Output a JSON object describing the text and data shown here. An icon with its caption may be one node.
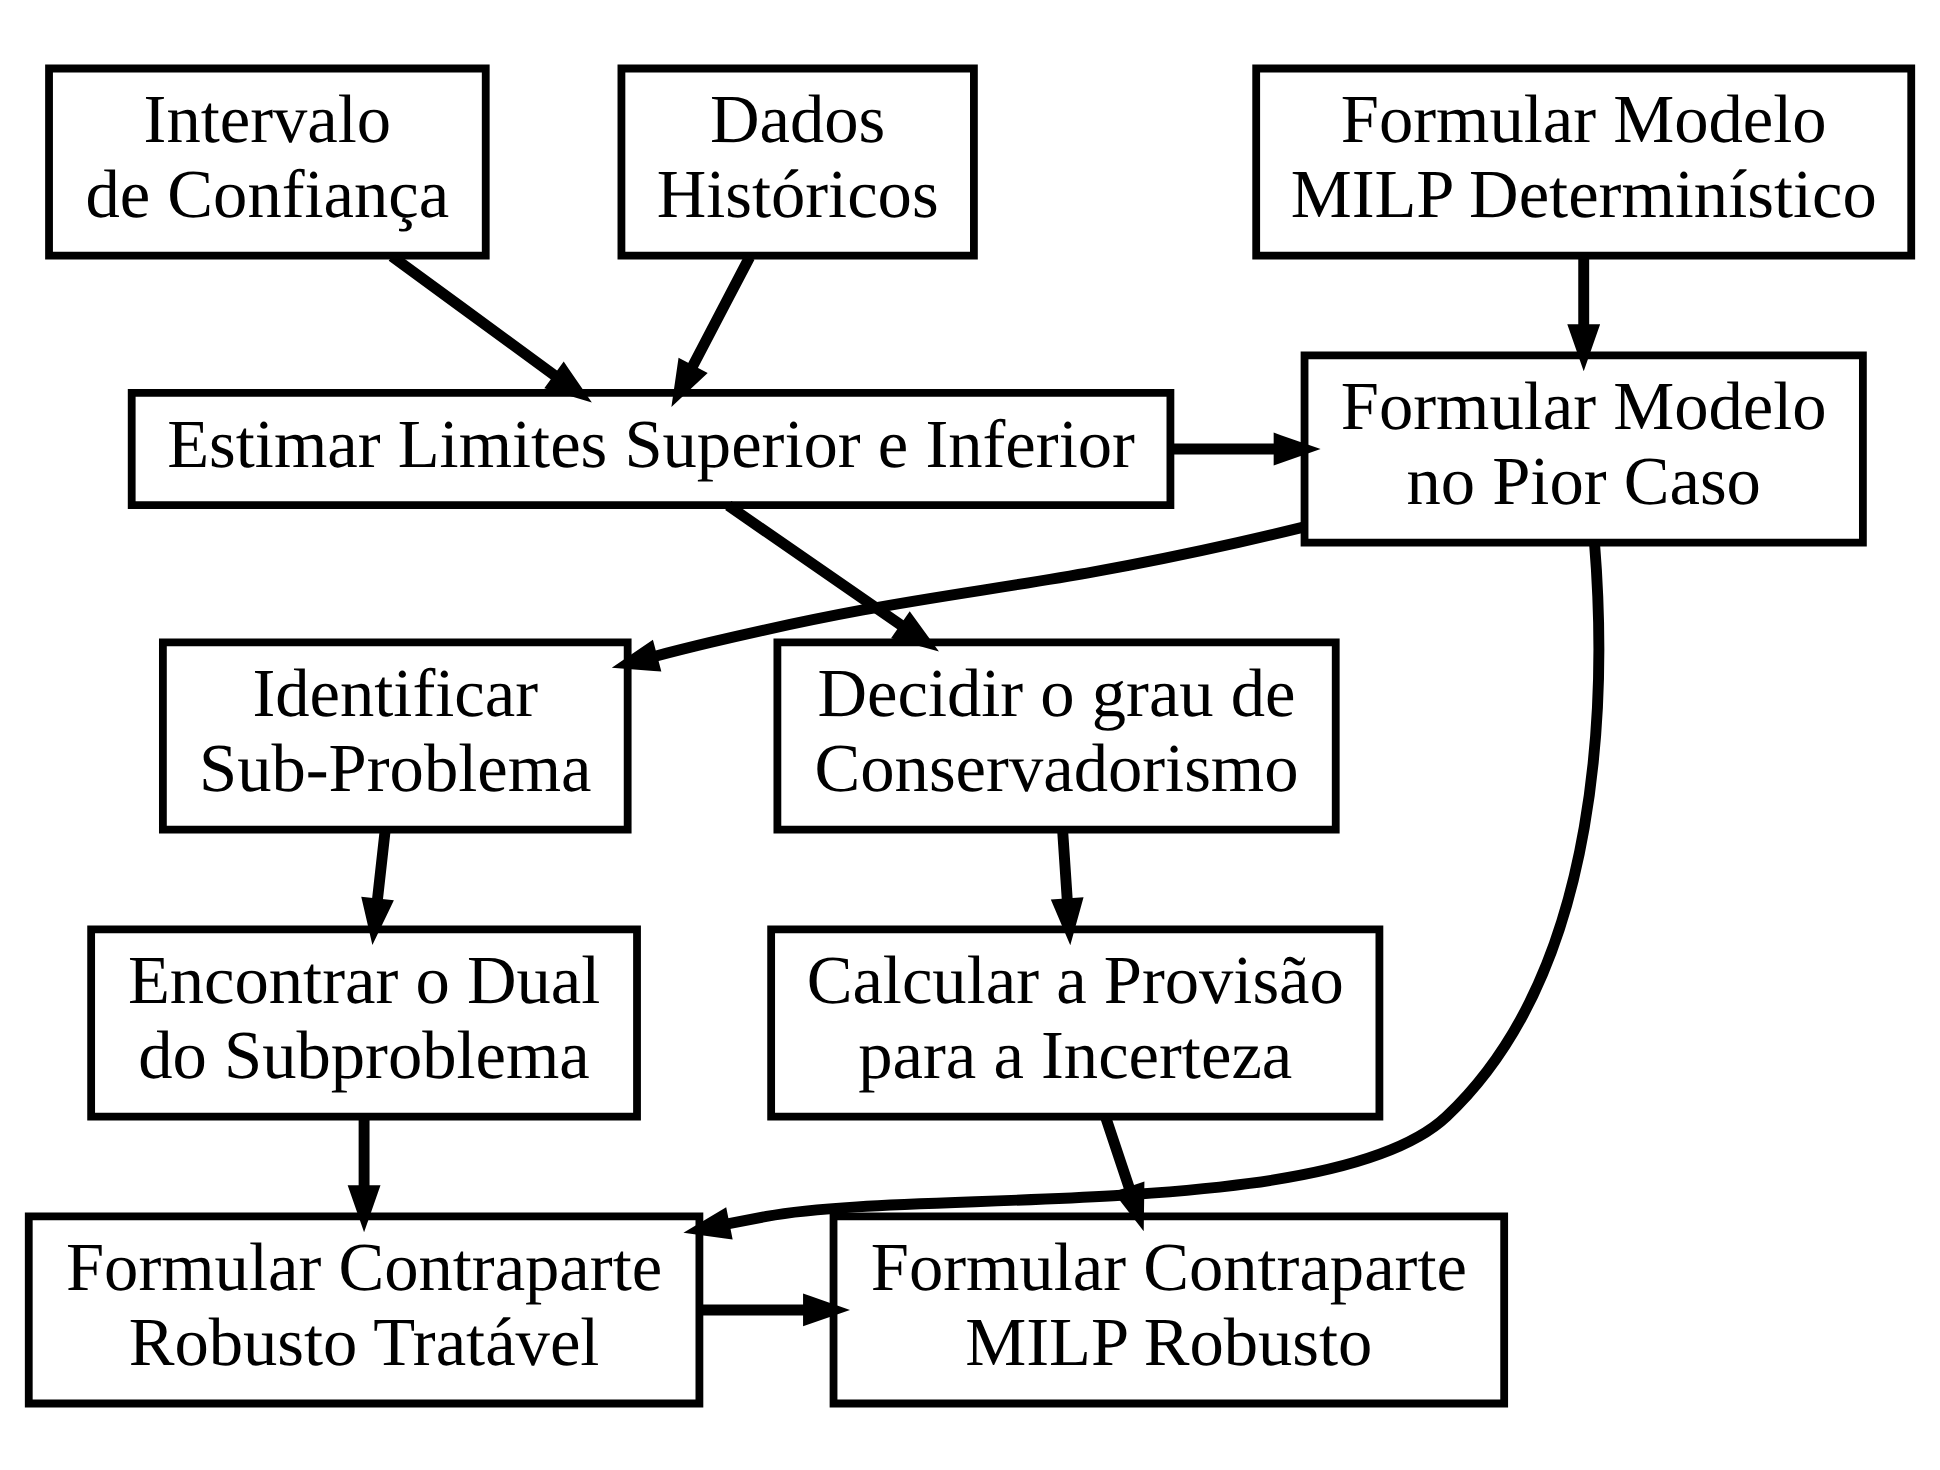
{
  "diagram": {
    "nodes": [
      {
        "text": [
          "Formular Modelo MILP Determinístico"
        ]
      },
      {
        "text": [
          "Dados Históricos"
        ]
      },
      {
        "text": [
          "Intervalo de Confiança"
        ]
      },
      {
        "text": [
          "Formular Modelo no Pior Caso"
        ]
      },
      {
        "text": [
          "Estimar Limites Superior e Inferior"
        ]
      },
      {
        "text": [
          "Identificar Sub-Problema"
        ]
      },
      {
        "text": [
          "Decidir o grau de Conservadorismo"
        ]
      },
      {
        "text": [
          "Encontrar o Dual do Subproblema"
        ]
      },
      {
        "text": [
          "Calcular a Provisão para a Incerteza"
        ]
      },
      {
        "text": [
          "Formular Contraparte Robusto Tratável"
        ]
      },
      {
        "text": [
          "Formular Contraparte MILP Robusto"
        ]
      }
    ],
    "edges": [
      {
        "from": 0,
        "to": 3,
        "arrow": "to"
      },
      {
        "from": 1,
        "to": 4,
        "arrow": "to"
      },
      {
        "from": 2,
        "to": 4,
        "arrow": "to"
      },
      {
        "from": 4,
        "to": 3,
        "arrow": "to"
      },
      {
        "from": 3,
        "to": 5,
        "arrow": "to"
      },
      {
        "from": 3,
        "to": 9,
        "arrow": "to"
      },
      {
        "from": 4,
        "to": 6,
        "arrow": "to"
      },
      {
        "from": 5,
        "to": 7,
        "arrow": "to"
      },
      {
        "from": 6,
        "to": 8,
        "arrow": "to"
      },
      {
        "from": 7,
        "to": 9,
        "arrow": "to"
      },
      {
        "from": 8,
        "to": 10,
        "arrow": "to"
      },
      {
        "from": 9,
        "to": 10,
        "arrow": "to"
      }
    ]
  }
}
